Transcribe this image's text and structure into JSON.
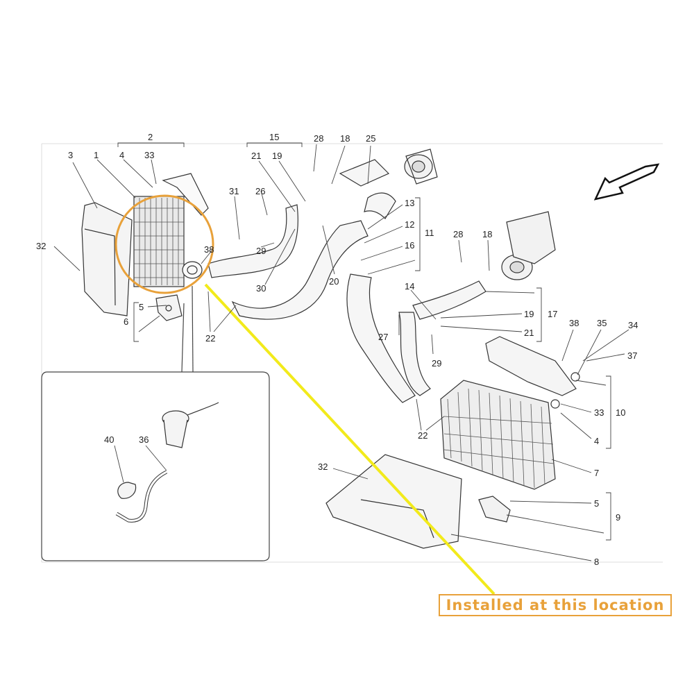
{
  "callout": {
    "text": "Installed at this location",
    "border_color": "#e8a13a",
    "text_color": "#e8a13a"
  },
  "highlight": {
    "circle_color": "#e8a13a",
    "pointer_line_color": "#f2ea1b"
  },
  "labels": {
    "l2": "2",
    "l15": "15",
    "l28a": "28",
    "l18a": "18",
    "l25": "25",
    "l3": "3",
    "l1": "1",
    "l4a": "4",
    "l33a": "33",
    "l21a": "21",
    "l19a": "19",
    "l31": "31",
    "l26": "26",
    "l13": "13",
    "l12": "12",
    "l11": "11",
    "l16": "16",
    "l32a": "32",
    "l38a": "38",
    "l29a": "29",
    "l30": "30",
    "l20": "20",
    "l28b": "28",
    "l18b": "18",
    "l5a": "5",
    "l6": "6",
    "l22a": "22",
    "l14": "14",
    "l19b": "19",
    "l17": "17",
    "l27": "27",
    "l21b": "21",
    "l29b": "29",
    "l38b": "38",
    "l35": "35",
    "l34": "34",
    "l37": "37",
    "l33b": "33",
    "l10": "10",
    "l4b": "4",
    "l22b": "22",
    "l40": "40",
    "l36": "36",
    "l32b": "32",
    "l7": "7",
    "l5b": "5",
    "l9": "9",
    "l8": "8"
  }
}
